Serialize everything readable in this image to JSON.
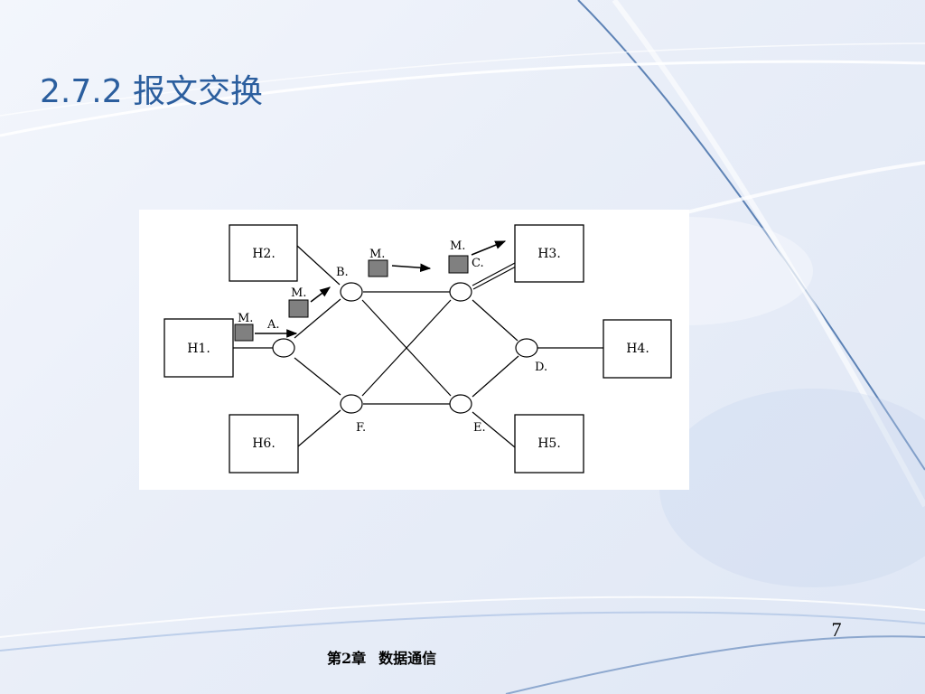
{
  "slide": {
    "title": "2.7.2 报文交换",
    "page_number": "7",
    "footer_chapter": "第2章",
    "footer_subject": "数据通信"
  },
  "diagram": {
    "hosts": {
      "h1": "H1.",
      "h2": "H2.",
      "h3": "H3.",
      "h4": "H4.",
      "h5": "H5.",
      "h6": "H6."
    },
    "nodes": {
      "a": "A.",
      "b": "B.",
      "c": "C.",
      "d": "D.",
      "e": "E.",
      "f": "F."
    },
    "message_label": "M."
  },
  "colors": {
    "title": "#2b5e9e",
    "message_fill": "#808080",
    "line": "#000000"
  }
}
